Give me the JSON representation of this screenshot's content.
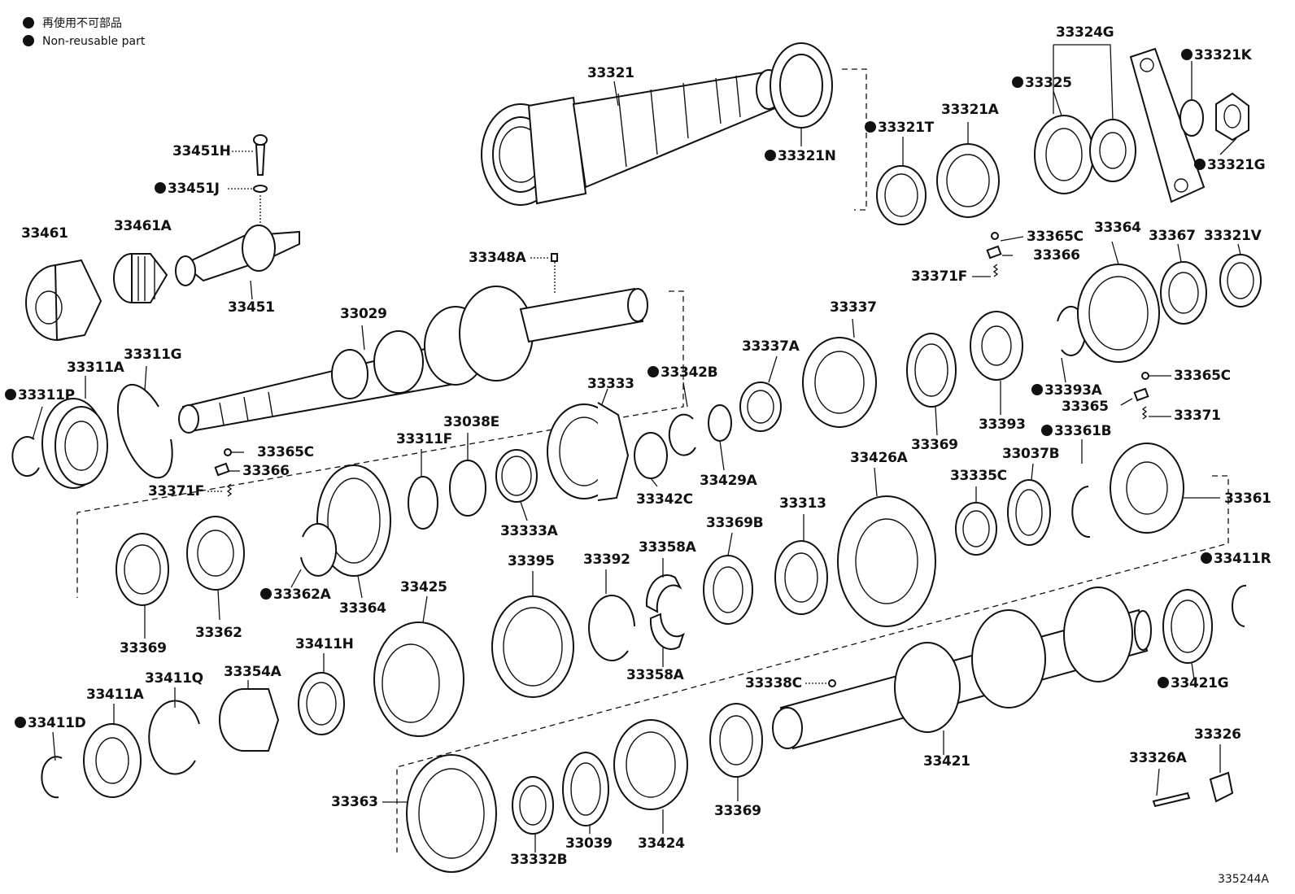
{
  "legend": {
    "line1": "再使用不可部品",
    "line2": "Non-reusable part"
  },
  "figure_code": "335244A",
  "labels": [
    {
      "id": "33321",
      "text": "33321",
      "nr": false
    },
    {
      "id": "33321N",
      "text": "33321N",
      "nr": true
    },
    {
      "id": "33324G",
      "text": "33324G",
      "nr": false
    },
    {
      "id": "33321K",
      "text": "33321K",
      "nr": true
    },
    {
      "id": "33325",
      "text": "33325",
      "nr": true
    },
    {
      "id": "33321T",
      "text": "33321T",
      "nr": true
    },
    {
      "id": "33321A",
      "text": "33321A",
      "nr": false
    },
    {
      "id": "33321G",
      "text": "33321G",
      "nr": true
    },
    {
      "id": "33451H",
      "text": "33451H",
      "nr": false
    },
    {
      "id": "33451J",
      "text": "33451J",
      "nr": true
    },
    {
      "id": "33461",
      "text": "33461",
      "nr": false
    },
    {
      "id": "33461A",
      "text": "33461A",
      "nr": false
    },
    {
      "id": "33451",
      "text": "33451",
      "nr": false
    },
    {
      "id": "33348A",
      "text": "33348A",
      "nr": false
    },
    {
      "id": "33029",
      "text": "33029",
      "nr": false
    },
    {
      "id": "33365C_a",
      "text": "33365C",
      "nr": false
    },
    {
      "id": "33366_a",
      "text": "33366",
      "nr": false
    },
    {
      "id": "33364_a",
      "text": "33364",
      "nr": false
    },
    {
      "id": "33367",
      "text": "33367",
      "nr": false
    },
    {
      "id": "33321V",
      "text": "33321V",
      "nr": false
    },
    {
      "id": "33371F_a",
      "text": "33371F",
      "nr": false
    },
    {
      "id": "33337",
      "text": "33337",
      "nr": false
    },
    {
      "id": "33337A",
      "text": "33337A",
      "nr": false
    },
    {
      "id": "33311G",
      "text": "33311G",
      "nr": false
    },
    {
      "id": "33311A",
      "text": "33311A",
      "nr": false
    },
    {
      "id": "33311P",
      "text": "33311P",
      "nr": true
    },
    {
      "id": "33333",
      "text": "33333",
      "nr": false
    },
    {
      "id": "33342B",
      "text": "33342B",
      "nr": true
    },
    {
      "id": "33393A",
      "text": "33393A",
      "nr": true
    },
    {
      "id": "33365C_b",
      "text": "33365C",
      "nr": false
    },
    {
      "id": "33365",
      "text": "33365",
      "nr": false
    },
    {
      "id": "33371",
      "text": "33371",
      "nr": false
    },
    {
      "id": "33393",
      "text": "33393",
      "nr": false
    },
    {
      "id": "33369_a",
      "text": "33369",
      "nr": false
    },
    {
      "id": "33038E",
      "text": "33038E",
      "nr": false
    },
    {
      "id": "33311F",
      "text": "33311F",
      "nr": false
    },
    {
      "id": "33361B",
      "text": "33361B",
      "nr": true
    },
    {
      "id": "33365C_c",
      "text": "33365C",
      "nr": false
    },
    {
      "id": "33366_b",
      "text": "33366",
      "nr": false
    },
    {
      "id": "33371F_b",
      "text": "33371F",
      "nr": false
    },
    {
      "id": "33426A",
      "text": "33426A",
      "nr": false
    },
    {
      "id": "33037B",
      "text": "33037B",
      "nr": false
    },
    {
      "id": "33335C",
      "text": "33335C",
      "nr": false
    },
    {
      "id": "33342C",
      "text": "33342C",
      "nr": false
    },
    {
      "id": "33429A",
      "text": "33429A",
      "nr": false
    },
    {
      "id": "33361",
      "text": "33361",
      "nr": false
    },
    {
      "id": "33313",
      "text": "33313",
      "nr": false
    },
    {
      "id": "33333A",
      "text": "33333A",
      "nr": false
    },
    {
      "id": "33369B",
      "text": "33369B",
      "nr": false
    },
    {
      "id": "33358A_a",
      "text": "33358A",
      "nr": false
    },
    {
      "id": "33392",
      "text": "33392",
      "nr": false
    },
    {
      "id": "33395",
      "text": "33395",
      "nr": false
    },
    {
      "id": "33411R",
      "text": "33411R",
      "nr": true
    },
    {
      "id": "33362A",
      "text": "33362A",
      "nr": true
    },
    {
      "id": "33364_b",
      "text": "33364",
      "nr": false
    },
    {
      "id": "33425",
      "text": "33425",
      "nr": false
    },
    {
      "id": "33362",
      "text": "33362",
      "nr": false
    },
    {
      "id": "33369_b",
      "text": "33369",
      "nr": false
    },
    {
      "id": "33411H",
      "text": "33411H",
      "nr": false
    },
    {
      "id": "33354A",
      "text": "33354A",
      "nr": false
    },
    {
      "id": "33411Q",
      "text": "33411Q",
      "nr": false
    },
    {
      "id": "33411A",
      "text": "33411A",
      "nr": false
    },
    {
      "id": "33411D",
      "text": "33411D",
      "nr": true
    },
    {
      "id": "33358A_b",
      "text": "33358A",
      "nr": false
    },
    {
      "id": "33338C",
      "text": "33338C",
      "nr": false
    },
    {
      "id": "33421G",
      "text": "33421G",
      "nr": true
    },
    {
      "id": "33421",
      "text": "33421",
      "nr": false
    },
    {
      "id": "33326",
      "text": "33326",
      "nr": false
    },
    {
      "id": "33326A",
      "text": "33326A",
      "nr": false
    },
    {
      "id": "33363",
      "text": "33363",
      "nr": false
    },
    {
      "id": "33369_c",
      "text": "33369",
      "nr": false
    },
    {
      "id": "33424",
      "text": "33424",
      "nr": false
    },
    {
      "id": "33039",
      "text": "33039",
      "nr": false
    },
    {
      "id": "33332B",
      "text": "33332B",
      "nr": false
    }
  ]
}
